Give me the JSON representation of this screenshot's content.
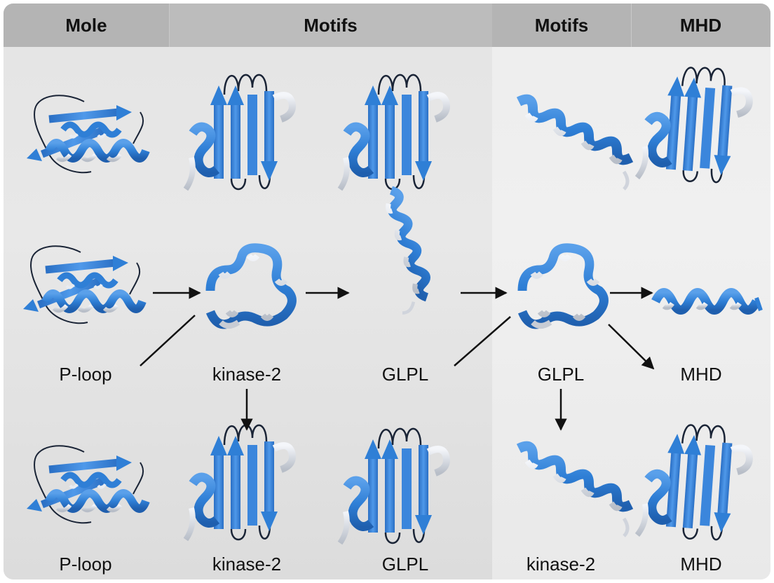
{
  "headers": [
    "Mole",
    "Motifs",
    "Motifs",
    "MHD"
  ],
  "labels": {
    "row2": [
      "P-loop",
      "kinase-2",
      "GLPL",
      "GLPL",
      "MHD"
    ],
    "row3": [
      "P-loop",
      "kinase-2",
      "GLPL",
      "kinase-2",
      "MHD"
    ]
  },
  "colors": {
    "ribbon_blue": "#2f7fd6",
    "ribbon_white": "#d8dce4",
    "loop": "#1a2436",
    "arrow": "#111111"
  }
}
